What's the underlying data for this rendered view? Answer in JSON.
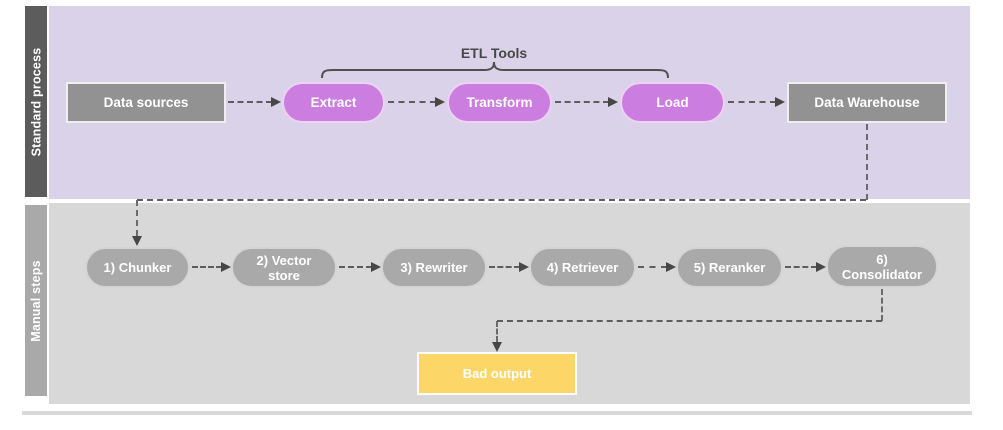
{
  "diagram": {
    "lanes": [
      {
        "label": "Standard process",
        "bar_color": "#5c5c5c",
        "bg_color": "#d9d2e8"
      },
      {
        "label": "Manual steps",
        "bar_color": "#a9a9a9",
        "bg_color": "#d8d8d8"
      }
    ],
    "bracket": {
      "label": "ETL Tools"
    },
    "nodes": {
      "data_sources": {
        "label": "Data sources",
        "shape": "rectangle",
        "color": "#929292"
      },
      "extract": {
        "label": "Extract",
        "shape": "pill",
        "color": "#cc7de0"
      },
      "transform": {
        "label": "Transform",
        "shape": "pill",
        "color": "#cc7de0"
      },
      "load": {
        "label": "Load",
        "shape": "pill",
        "color": "#cc7de0"
      },
      "data_warehouse": {
        "label": "Data Warehouse",
        "shape": "rectangle",
        "color": "#929292"
      },
      "chunker": {
        "label": "1) Chunker",
        "shape": "pill",
        "color": "#a9a9a9"
      },
      "vector_store": {
        "label": "2) Vector store",
        "shape": "pill",
        "color": "#a9a9a9"
      },
      "rewriter": {
        "label": "3) Rewriter",
        "shape": "pill",
        "color": "#a9a9a9"
      },
      "retriever": {
        "label": "4) Retriever",
        "shape": "pill",
        "color": "#a9a9a9"
      },
      "reranker": {
        "label": "5) Reranker",
        "shape": "pill",
        "color": "#a9a9a9"
      },
      "consolidator": {
        "label": "6) Consolidator",
        "shape": "pill",
        "color": "#a9a9a9"
      },
      "bad_output": {
        "label": "Bad output",
        "shape": "rectangle",
        "color": "#fcd666"
      }
    },
    "edges": [
      {
        "from": "data_sources",
        "to": "extract",
        "style": "dashed-arrow"
      },
      {
        "from": "extract",
        "to": "transform",
        "style": "dashed-arrow"
      },
      {
        "from": "transform",
        "to": "load",
        "style": "dashed-arrow"
      },
      {
        "from": "load",
        "to": "data_warehouse",
        "style": "dashed-arrow"
      },
      {
        "from": "data_warehouse",
        "to": "chunker",
        "style": "dashed-arrow-elbow"
      },
      {
        "from": "chunker",
        "to": "vector_store",
        "style": "dashed-arrow"
      },
      {
        "from": "vector_store",
        "to": "rewriter",
        "style": "dashed-arrow"
      },
      {
        "from": "rewriter",
        "to": "retriever",
        "style": "dashed-arrow"
      },
      {
        "from": "retriever",
        "to": "reranker",
        "style": "dashed-arrow"
      },
      {
        "from": "reranker",
        "to": "consolidator",
        "style": "dashed-arrow"
      },
      {
        "from": "consolidator",
        "to": "bad_output",
        "style": "dashed-arrow-elbow"
      }
    ],
    "colors": {
      "connector": "#5d5d5d",
      "arrowhead": "#474747",
      "bracket_stroke": "#4f4f4f",
      "node_text": "#ffffff",
      "bracket_text": "#474747"
    }
  }
}
